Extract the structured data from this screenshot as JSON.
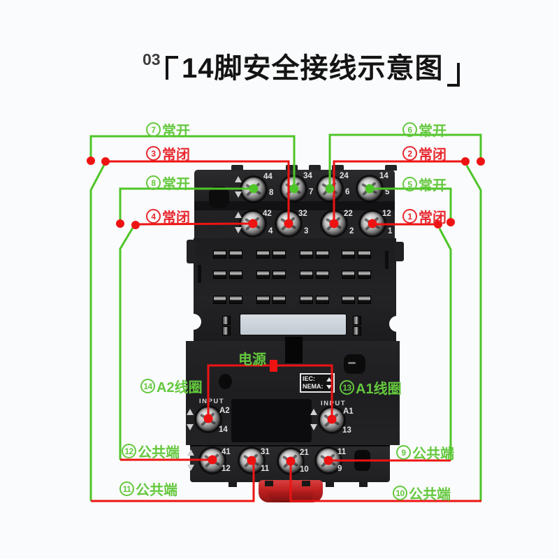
{
  "title": {
    "section_number": "03",
    "bracket_open": "「",
    "main": "14脚安全接线示意图",
    "bracket_close": "」"
  },
  "colors": {
    "wire_green": "#4ec528",
    "wire_red": "#ee1313",
    "label_green": "#64c83e",
    "label_red": "#e8272e",
    "clip_red": "#c42424"
  },
  "callouts": {
    "no7": {
      "num": "7",
      "text": "常开"
    },
    "nc3": {
      "num": "3",
      "text": "常闭"
    },
    "no8": {
      "num": "8",
      "text": "常开"
    },
    "nc4": {
      "num": "4",
      "text": "常闭"
    },
    "no6": {
      "num": "6",
      "text": "常开"
    },
    "nc2": {
      "num": "2",
      "text": "常闭"
    },
    "no5": {
      "num": "5",
      "text": "常开"
    },
    "nc1": {
      "num": "1",
      "text": "常闭"
    },
    "power": {
      "text": "电源"
    },
    "coil14": {
      "num": "14",
      "text": "A2线圈"
    },
    "coil13": {
      "num": "13",
      "text": "A1线圈"
    },
    "com12": {
      "num": "12",
      "text": "公共端"
    },
    "com11": {
      "num": "11",
      "text": "公共端"
    },
    "com9": {
      "num": "9",
      "text": "公共端"
    },
    "com10": {
      "num": "10",
      "text": "公共端"
    }
  },
  "socket": {
    "input_label": "INPUT",
    "cert_box": {
      "iec": "IEC:",
      "nema": "NEMA:"
    },
    "top_row": [
      {
        "main": "44",
        "sub": "8"
      },
      {
        "main": "34",
        "sub": "7"
      },
      {
        "main": "24",
        "sub": "6"
      },
      {
        "main": "14",
        "sub": "5"
      }
    ],
    "mid_row": [
      {
        "main": "42",
        "sub": "4"
      },
      {
        "main": "32",
        "sub": "3"
      },
      {
        "main": "22",
        "sub": "2"
      },
      {
        "main": "12",
        "sub": "1"
      }
    ],
    "coil_left": {
      "name": "A2",
      "pin": "14"
    },
    "coil_right": {
      "name": "A1",
      "pin": "13"
    },
    "bottom_row": [
      {
        "main": "41",
        "sub": "12"
      },
      {
        "main": "31",
        "sub": "11"
      },
      {
        "main": "21",
        "sub": "10"
      },
      {
        "main": "11",
        "sub": "9"
      }
    ]
  }
}
